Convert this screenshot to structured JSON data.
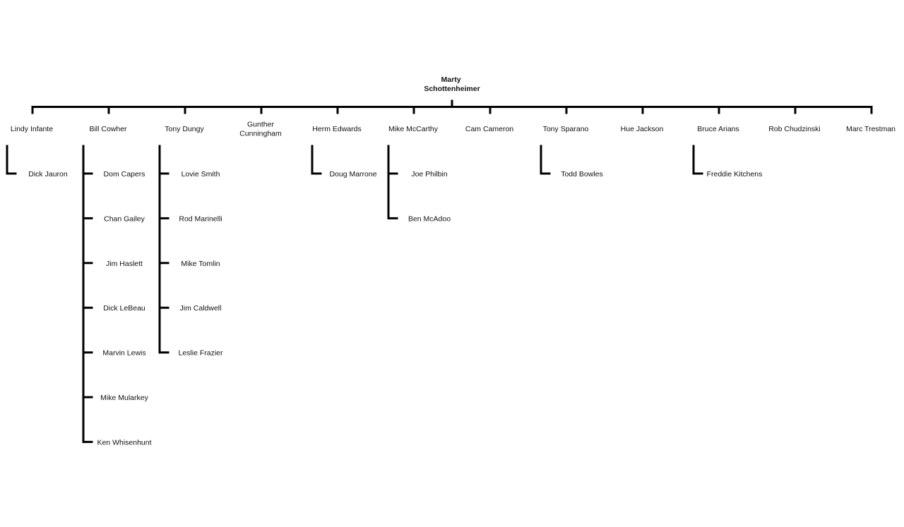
{
  "root": {
    "lines": [
      "Marty",
      "Schottenheimer"
    ]
  },
  "columns": [
    {
      "label": [
        "Lindy Infante"
      ],
      "children": [
        "Dick Jauron"
      ]
    },
    {
      "label": [
        "Bill Cowher"
      ],
      "children": [
        "Dom Capers",
        "Chan Gailey",
        "Jim Haslett",
        "Dick LeBeau",
        "Marvin Lewis",
        "Mike Mularkey",
        "Ken Whisenhunt"
      ]
    },
    {
      "label": [
        "Tony Dungy"
      ],
      "children": [
        "Lovie Smith",
        "Rod Marinelli",
        "Mike Tomlin",
        "Jim Caldwell",
        "Leslie Frazier"
      ]
    },
    {
      "label": [
        "Gunther",
        "Cunningham"
      ],
      "children": []
    },
    {
      "label": [
        "Herm Edwards"
      ],
      "children": [
        "Doug Marrone"
      ]
    },
    {
      "label": [
        "Mike McCarthy"
      ],
      "children": [
        "Joe Philbin",
        "Ben McAdoo"
      ]
    },
    {
      "label": [
        "Cam Cameron"
      ],
      "children": []
    },
    {
      "label": [
        "Tony Sparano"
      ],
      "children": [
        "Todd Bowles"
      ]
    },
    {
      "label": [
        "Hue Jackson"
      ],
      "children": []
    },
    {
      "label": [
        "Bruce Arians"
      ],
      "children": [
        "Freddie Kitchens"
      ]
    },
    {
      "label": [
        "Rob Chudzinski"
      ],
      "children": []
    },
    {
      "label": [
        "Marc Trestman"
      ],
      "children": []
    }
  ]
}
